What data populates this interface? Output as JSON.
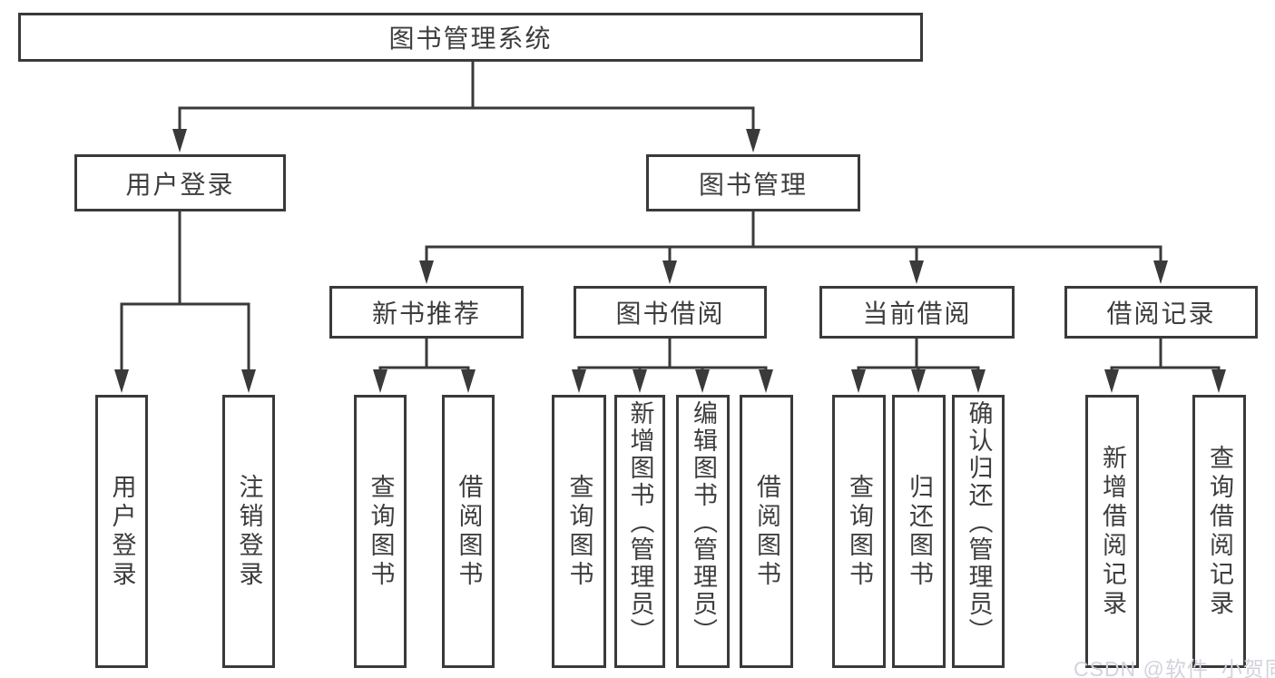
{
  "diagram_title": "图书管理系统",
  "nodes": {
    "root": "图书管理系统",
    "user_login": "用户登录",
    "book_mgmt": "图书管理",
    "new_book_rec": "新书推荐",
    "book_borrow": "图书借阅",
    "current_borrow": "当前借阅",
    "borrow_records": "借阅记录",
    "leaf_user_login": "用户登录",
    "leaf_logout": "注销登录",
    "leaf_query_book_1": "查询图书",
    "leaf_borrow_book_1": "借阅图书",
    "leaf_query_book_2": "查询图书",
    "leaf_add_book_admin": "新增图书（管理员）",
    "leaf_edit_book_admin": "编辑图书（管理员）",
    "leaf_borrow_book_2": "借阅图书",
    "leaf_query_book_3": "查询图书",
    "leaf_return_book": "归还图书",
    "leaf_confirm_return_admin": "确认归还（管理员）",
    "leaf_add_borrow_record": "新增借阅记录",
    "leaf_query_borrow_record": "查询借阅记录"
  },
  "watermark": {
    "text": "CSDN @软件_小贺同学"
  },
  "colors": {
    "line": "#3a3a3a",
    "text": "#3d3d3d",
    "background": "#ffffff",
    "watermark": "#d2d3dd"
  }
}
